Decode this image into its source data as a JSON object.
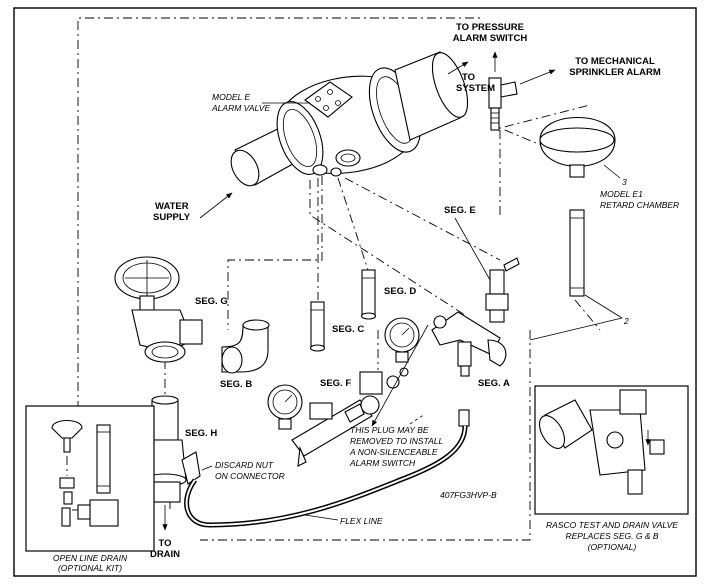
{
  "labels": {
    "pressure_switch_1": "TO PRESSURE",
    "pressure_switch_2": "ALARM SWITCH",
    "mech_alarm_1": "TO MECHANICAL",
    "mech_alarm_2": "SPRINKLER ALARM",
    "to_system_1": "TO",
    "to_system_2": "SYSTEM",
    "model_e_1": "MODEL E",
    "model_e_2": "ALARM VALVE",
    "water_supply_1": "WATER",
    "water_supply_2": "SUPPLY",
    "seg_e": "SEG. E",
    "retard_1": "MODEL E1",
    "retard_2": "RETARD CHAMBER",
    "callout_3": "3",
    "callout_2": "2",
    "seg_g": "SEG. G",
    "seg_d": "SEG. D",
    "seg_c": "SEG. C",
    "seg_b": "SEG. B",
    "seg_f": "SEG. F",
    "seg_a": "SEG. A",
    "seg_h": "SEG. H",
    "plug_1": "THIS PLUG MAY BE",
    "plug_2": "REMOVED TO INSTALL",
    "plug_3": "A NON-SILENCEABLE",
    "plug_4": "ALARM SWITCH",
    "discard_1": "DISCARD NUT",
    "discard_2": "ON CONNECTOR",
    "flex_line": "FLEX LINE",
    "drawing_id": "407FG3HVP-B",
    "to_drain_1": "TO",
    "to_drain_2": "DRAIN",
    "open_line_1": "OPEN LINE DRAIN",
    "open_line_2": "(OPTIONAL KIT)",
    "rasco_1": "RASCO TEST AND DRAIN VALVE",
    "rasco_2": "REPLACES SEG. G & B",
    "rasco_3": "(OPTIONAL)"
  }
}
